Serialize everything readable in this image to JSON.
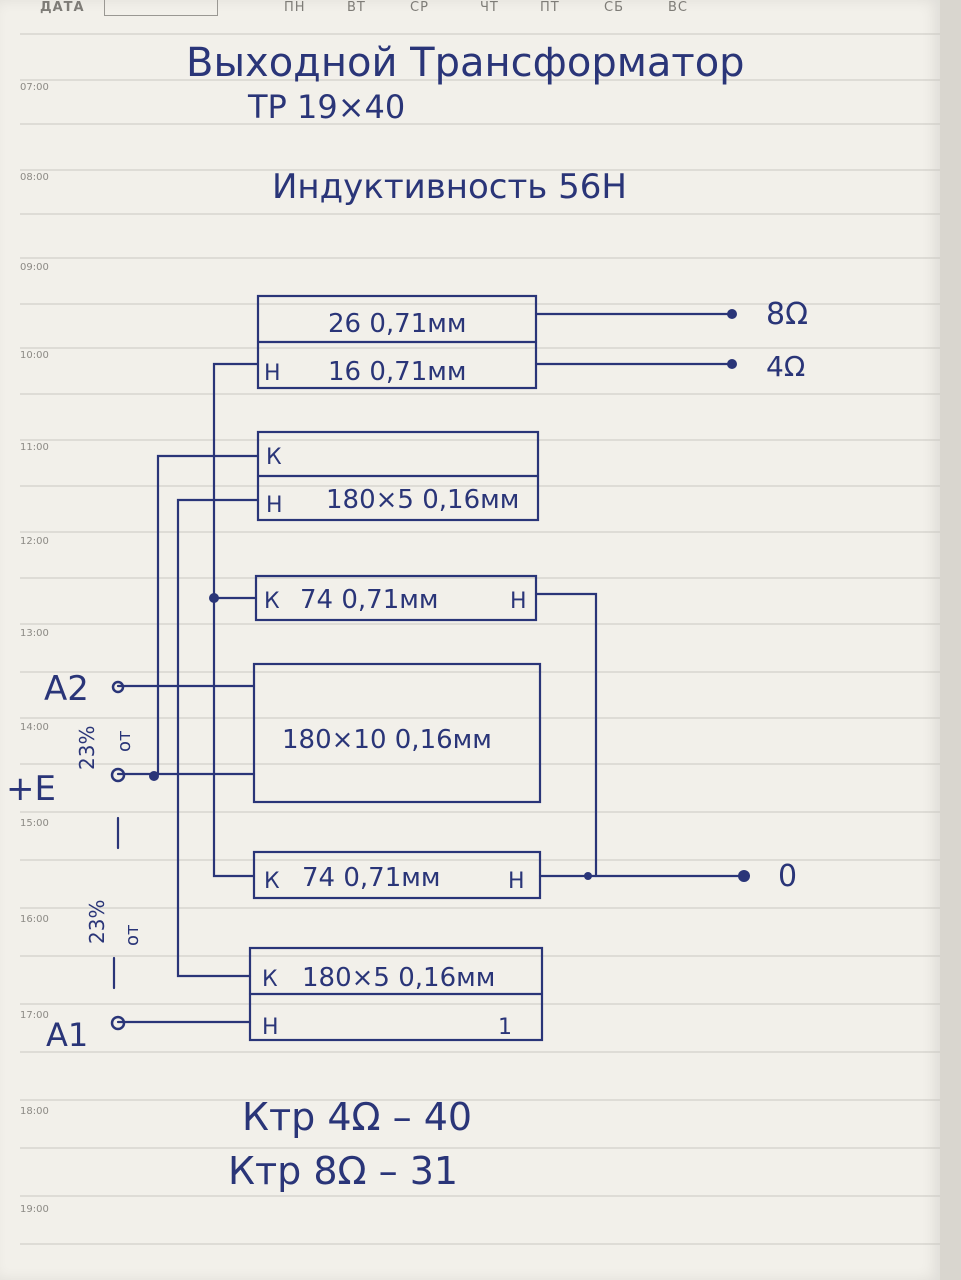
{
  "header": {
    "date_label": "ДАТА",
    "days": [
      "ПН",
      "ВТ",
      "СР",
      "ЧТ",
      "ПТ",
      "СБ",
      "ВС"
    ]
  },
  "times": [
    "07:00",
    "08:00",
    "09:00",
    "10:00",
    "11:00",
    "12:00",
    "13:00",
    "14:00",
    "15:00",
    "16:00",
    "17:00",
    "18:00",
    "19:00"
  ],
  "title": {
    "line1": "Выходной Трансформатор",
    "line2": "ТР 19×40",
    "line3": "Индуктивность 56Н"
  },
  "windings": {
    "w1_row1": "26 0,71мм",
    "w1_row2_start": "Н",
    "w1_row2": "16 0,71мм",
    "w2_k": "К",
    "w2_h": "Н",
    "w2_spec": "180×5 0,16мм",
    "w3_k": "К",
    "w3_spec": "74 0,71мм",
    "w3_h": "Н",
    "w4_spec": "180×10 0,16мм",
    "w5_k": "К",
    "w5_spec": "74 0,71мм",
    "w5_h": "Н",
    "w6_k": "К",
    "w6_spec": "180×5 0,16мм",
    "w6_h": "Н",
    "w6_mark": "1"
  },
  "terminals": {
    "out_8": "8Ω",
    "out_4": "4Ω",
    "out_0": "0",
    "a2": "А2",
    "plus_e": "+E",
    "a1": "А1",
    "upper_note_num": "23%",
    "upper_note_side": "от",
    "lower_note_num": "23%",
    "lower_note_side": "от"
  },
  "ratios": {
    "line1": "Ктр 4Ω – 40",
    "line2": "Ктр 8Ω – 31"
  },
  "colors": {
    "ink": "#2a3578",
    "paper": "#f2f0ea",
    "rule": "#c9c7c1"
  }
}
